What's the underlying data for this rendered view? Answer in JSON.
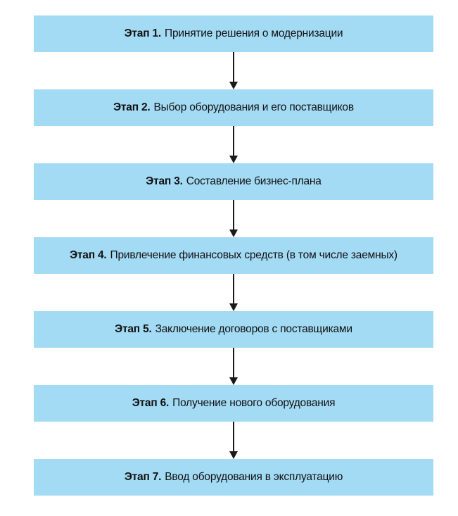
{
  "colors": {
    "box_fill": "#A3DAF4",
    "arrow": "#1a1a1a",
    "text": "#111111"
  },
  "diagram": {
    "type": "flowchart-vertical",
    "stages": [
      {
        "stage_label": "Этап 1.",
        "description": "Принятие решения о модернизации"
      },
      {
        "stage_label": "Этап 2.",
        "description": "Выбор оборудования и его поставщиков"
      },
      {
        "stage_label": "Этап 3.",
        "description": "Составление бизнес-плана"
      },
      {
        "stage_label": "Этап 4.",
        "description": "Привлечение финансовых средств (в том числе заемных)"
      },
      {
        "stage_label": "Этап 5.",
        "description": "Заключение договоров с поставщиками"
      },
      {
        "stage_label": "Этап 6.",
        "description": "Получение нового оборудования"
      },
      {
        "stage_label": "Этап 7.",
        "description": "Ввод оборудования в эксплуатацию"
      }
    ]
  }
}
